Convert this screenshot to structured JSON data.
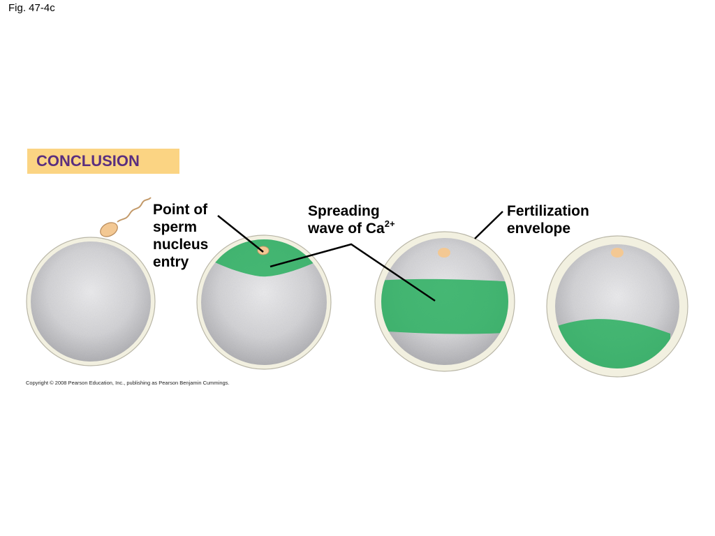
{
  "figure": {
    "label": "Fig. 47-4c"
  },
  "conclusion": {
    "text": "CONCLUSION",
    "bg_color": "#fbd483",
    "text_color": "#5a2f7f"
  },
  "labels": {
    "point_of_entry": [
      "Point of",
      "sperm",
      "nucleus",
      "entry"
    ],
    "spreading_wave": {
      "line1": "Spreading",
      "line2": "wave of Ca",
      "superscript": "2+"
    },
    "fertilization_envelope": [
      "Fertilization",
      "envelope"
    ]
  },
  "copyright": "Copyright © 2008 Pearson Education, Inc., publishing as Pearson Benjamin Cummings.",
  "colors": {
    "cytoplasm": "#cfcfd1",
    "envelope": "#f2f0e0",
    "calcium_wave": "#2fb163",
    "sperm": "#f3c893"
  }
}
